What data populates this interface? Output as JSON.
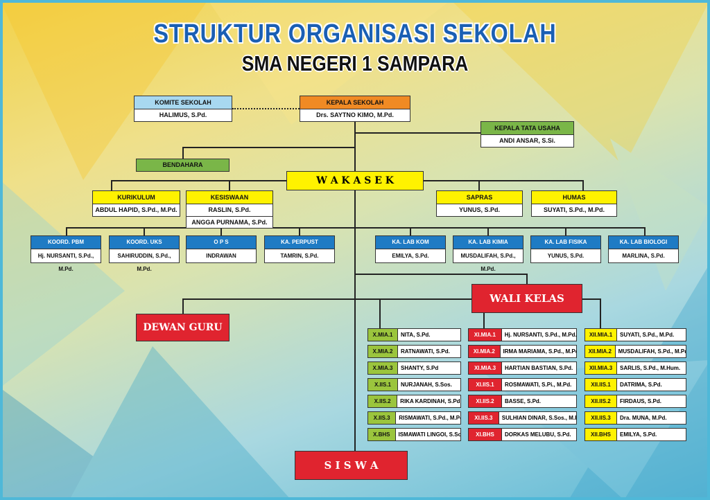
{
  "title": "STRUKTUR ORGANISASI SEKOLAH",
  "subtitle": "SMA NEGERI 1 SAMPARA",
  "komite": {
    "role": "KOMITE SEKOLAH",
    "name": "HALIMUS, S.Pd."
  },
  "kepala": {
    "role": "KEPALA SEKOLAH",
    "name": "Drs. SAYTNO KIMO, M.Pd."
  },
  "tata_usaha": {
    "role": "KEPALA TATA USAHA",
    "name": "ANDI ANSAR, S.Si."
  },
  "bendahara": {
    "role": "BENDAHARA"
  },
  "wakasek": "W A K A S E K",
  "wakasek_units": [
    {
      "role": "KURIKULUM",
      "name": "ABDUL HAPID, S.Pd., M.Pd."
    },
    {
      "role": "KESISWAAN",
      "name": "RASLIN, S.Pd.",
      "name2": "ANGGA PURNAMA, S.Pd."
    },
    {
      "role": "SAPRAS",
      "name": "YUNUS, S.Pd."
    },
    {
      "role": "HUMAS",
      "name": "SUYATI, S.Pd., M.Pd."
    }
  ],
  "staff": [
    {
      "role": "KOORD. PBM",
      "name": "Hj. NURSANTI, S.Pd., M.Pd."
    },
    {
      "role": "KOORD. UKS",
      "name": "SAHIRUDDIN, S.Pd., M.Pd."
    },
    {
      "role": "O P S",
      "name": "INDRAWAN"
    },
    {
      "role": "KA. PERPUST",
      "name": "TAMRIN, S.Pd."
    },
    {
      "role": "KA. LAB KOM",
      "name": "EMILYA, S.Pd."
    },
    {
      "role": "KA. LAB KIMIA",
      "name": "MUSDALIFAH, S.Pd., M.Pd."
    },
    {
      "role": "KA. LAB FISIKA",
      "name": "YUNUS, S.Pd."
    },
    {
      "role": "KA. LAB BIOLOGI",
      "name": "MARLINA, S.Pd."
    }
  ],
  "wali_kelas": "WALI KELAS",
  "dewan_guru": "DEWAN GURU",
  "siswa": "S I S W A",
  "colors": {
    "grade_x": "#9bc53d",
    "grade_xi": "#e0242f",
    "grade_xii": "#fff200",
    "komite": "#a8d8f0",
    "kepala": "#f08a24",
    "green": "#7ab648"
  },
  "classes": [
    [
      {
        "class": "X.MIA.1",
        "teacher": "NITA, S.Pd."
      },
      {
        "class": "X.MIA.2",
        "teacher": "RATNAWATI, S.Pd."
      },
      {
        "class": "X.MIA.3",
        "teacher": "SHANTY, S.Pd"
      },
      {
        "class": "X.IIS.1",
        "teacher": "NURJANAH, S.Sos."
      },
      {
        "class": "X.IIS.2",
        "teacher": "RIKA KARDINAH, S.Pd."
      },
      {
        "class": "X.IIS.3",
        "teacher": "RISMAWATI, S.Pd., M.Pd."
      },
      {
        "class": "X.BHS",
        "teacher": "ISMAWATI LINGOI, S.Sos."
      }
    ],
    [
      {
        "class": "XI.MIA.1",
        "teacher": "Hj. NURSANTI, S.Pd., M.Pd."
      },
      {
        "class": "XI.MIA.2",
        "teacher": "IRMA MARIAMA, S.Pd., M.Pd."
      },
      {
        "class": "XI.MIA.3",
        "teacher": "HARTIAN BASTIAN, S.Pd."
      },
      {
        "class": "XI.IIS.1",
        "teacher": "ROSMAWATI, S.Pi., M.Pd."
      },
      {
        "class": "XI.IIS.2",
        "teacher": "BASSE, S.Pd."
      },
      {
        "class": "XI.IIS.3",
        "teacher": "SULHIAN DINAR, S.Sos., M.Pd."
      },
      {
        "class": "XI.BHS",
        "teacher": "DORKAS MELUBU, S.Pd."
      }
    ],
    [
      {
        "class": "XII.MIA.1",
        "teacher": "SUYATI, S.Pd., M.Pd."
      },
      {
        "class": "XII.MIA.2",
        "teacher": "MUSDALIFAH, S.Pd., M.Pd."
      },
      {
        "class": "XII.MIA.3",
        "teacher": "SARLIS, S.Pd., M.Hum."
      },
      {
        "class": "XII.IIS.1",
        "teacher": "DATRIMA, S.Pd."
      },
      {
        "class": "XII.IIS.2",
        "teacher": "FIRDAUS, S.Pd."
      },
      {
        "class": "XII.IIS.3",
        "teacher": "Dra. MUNA, M.Pd."
      },
      {
        "class": "XII.BHS",
        "teacher": "EMILYA, S.Pd."
      }
    ]
  ]
}
